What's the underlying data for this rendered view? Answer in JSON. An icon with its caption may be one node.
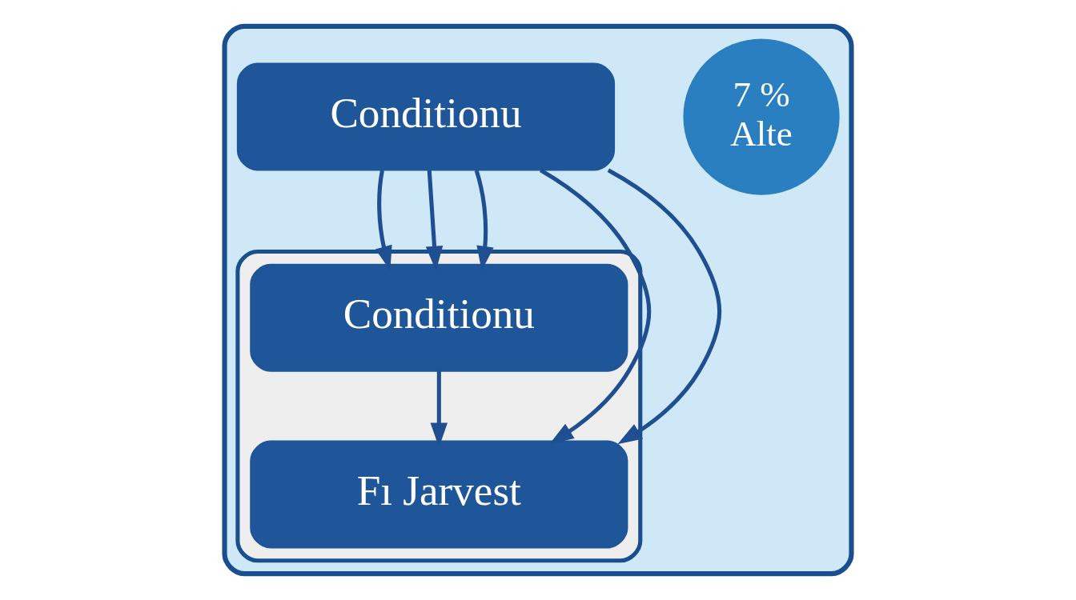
{
  "diagram": {
    "nodes": [
      {
        "text": [],
        "shape": "box"
      },
      {
        "text": [
          "7 %",
          "Alte"
        ],
        "in": 0
      },
      {
        "text": [],
        "shape": "box",
        "in": 0
      },
      {
        "text": [
          "Conditionu"
        ],
        "in": 0
      },
      {
        "text": [
          "Conditionu"
        ],
        "in": 2
      },
      {
        "text": [
          "Fı Jarvest"
        ],
        "in": 2
      }
    ],
    "edges": [
      {
        "from": 3,
        "to": 4,
        "arrow": "to"
      },
      {
        "from": 3,
        "to": 4,
        "arrow": "to"
      },
      {
        "from": 3,
        "to": 4,
        "arrow": "to"
      },
      {
        "from": 3,
        "to": 5,
        "arrow": "to"
      },
      {
        "from": 3,
        "to": 5,
        "arrow": "to"
      },
      {
        "from": 4,
        "to": 5,
        "arrow": "to"
      }
    ]
  }
}
